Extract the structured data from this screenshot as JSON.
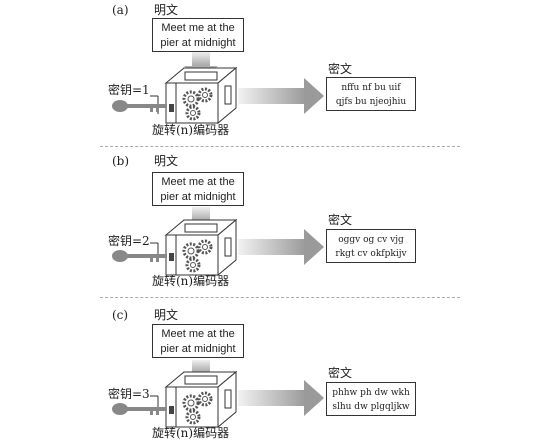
{
  "panels": [
    {
      "label": "(a)",
      "plaintext_title": "明文",
      "plaintext_lines": [
        "Meet me at the",
        "pier at midnight"
      ],
      "key_label": "密钥=1",
      "encoder_label": "旋转(n)编码器",
      "ciphertext_title": "密文",
      "ciphertext_lines": [
        "nffu nf bu uif",
        "qjfs bu njeojhiu"
      ]
    },
    {
      "label": "(b)",
      "plaintext_title": "明文",
      "plaintext_lines": [
        "Meet me at the",
        "pier at midnight"
      ],
      "key_label": "密钥=2",
      "encoder_label": "旋转(n)编码器",
      "ciphertext_title": "密文",
      "ciphertext_lines": [
        "oggv og cv vjg",
        "rkgt cv okfpkijv"
      ]
    },
    {
      "label": "(c)",
      "plaintext_title": "明文",
      "plaintext_lines": [
        "Meet me at the",
        "pier at midnight"
      ],
      "key_label": "密钥=3",
      "encoder_label": "旋转(n)编码器",
      "ciphertext_title": "密文",
      "ciphertext_lines": [
        "phhw ph dw wkh",
        "slhu dw plgqljkw"
      ]
    }
  ],
  "icons": {
    "key": "key-icon",
    "encoder": "encoder-box-icon",
    "gears": "gears-icon",
    "arrow_down": "arrow-down-icon",
    "arrow_right": "arrow-right-icon"
  },
  "colors": {
    "box_stroke": "#333333",
    "arrow_gray": "#bdbdbd",
    "key_gray": "#888888"
  }
}
